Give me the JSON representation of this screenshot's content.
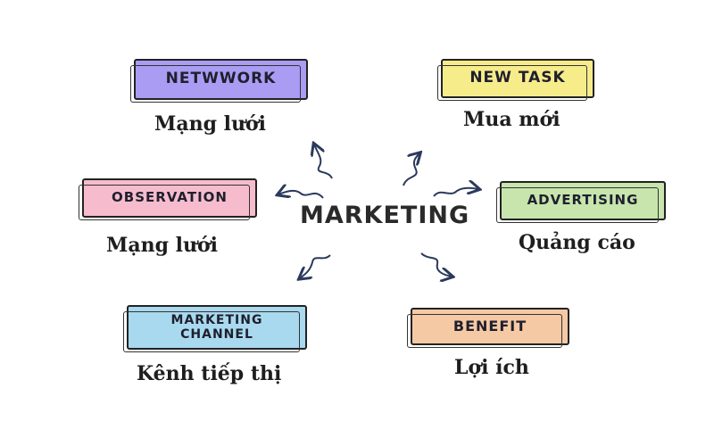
{
  "center": {
    "label": "MARKETING"
  },
  "nodes": [
    {
      "id": "network",
      "label": "NETWWORK",
      "sublabel": "Mạng lưới",
      "color": "#a99cf2"
    },
    {
      "id": "new-task",
      "label": "NEW TASK",
      "sublabel": "Mua mới",
      "color": "#f7ec8a"
    },
    {
      "id": "observation",
      "label": "OBSERVATION",
      "sublabel": "Mạng lưới",
      "color": "#f6bccd"
    },
    {
      "id": "advertising",
      "label": "ADVERTISING",
      "sublabel": "Quảng cáo",
      "color": "#c7e5ad"
    },
    {
      "id": "marketing-channel",
      "label": "MARKETING CHANNEL",
      "label_lines": [
        "MARKETING",
        "CHANNEL"
      ],
      "sublabel": "Kênh tiếp thị",
      "color": "#a9d9ee"
    },
    {
      "id": "benefit",
      "label": "BENEFIT",
      "sublabel": "Lợi ích",
      "color": "#f5c9a4"
    }
  ],
  "icons": {
    "arrow": "curly-arrow-icon"
  }
}
